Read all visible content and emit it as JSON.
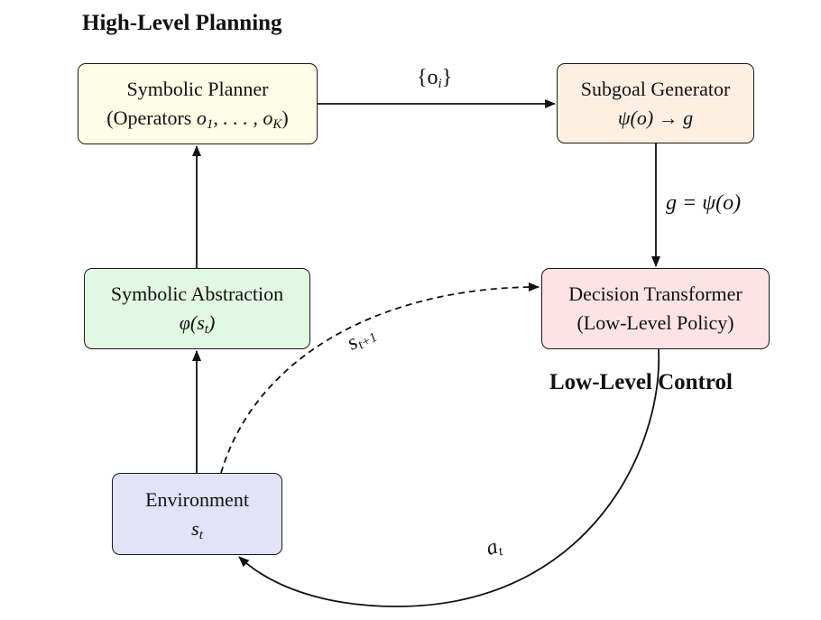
{
  "headings": {
    "high": "High-Level Planning",
    "low": "Low-Level Control"
  },
  "nodes": {
    "planner": {
      "line1": "Symbolic Planner",
      "line2_pre": "(Operators ",
      "line2_math": "o",
      "sub1": "1",
      "line2_mid": ", . . . , o",
      "sub2": "K",
      "line2_post": ")",
      "color": "#fefde6"
    },
    "subgoal": {
      "line1": "Subgoal Generator",
      "line2": "ψ(o) → g",
      "color": "#fdefe2"
    },
    "abstract": {
      "line1": "Symbolic Abstraction",
      "line2_pre": "φ(s",
      "sub": "t",
      "line2_post": ")",
      "color": "#e3f8e3"
    },
    "dt": {
      "line1": "Decision Transformer",
      "line2": "(Low-Level Policy)",
      "color": "#fde3e6"
    },
    "env": {
      "line1": "Environment",
      "line2": "s",
      "sub": "t",
      "color": "#e2e2fb"
    }
  },
  "edges": {
    "planner_to_subgoal": {
      "pre": "{o",
      "sub": "i",
      "post": "}"
    },
    "subgoal_to_dt": "g = ψ(o)",
    "env_to_dt_dashed": {
      "base": "s",
      "sub": "t+1"
    },
    "dt_to_env": {
      "base": "a",
      "sub": "t"
    }
  }
}
